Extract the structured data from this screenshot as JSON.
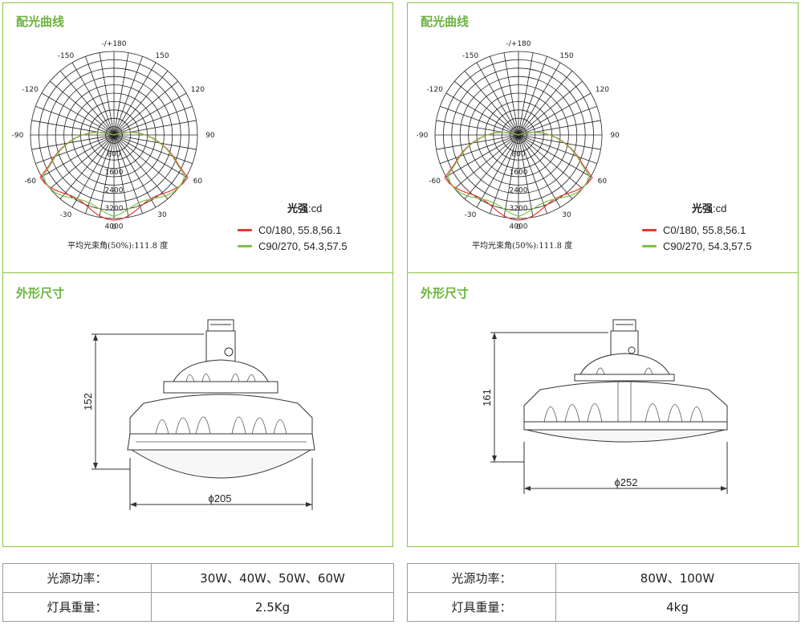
{
  "panels": [
    {
      "photometric_title": "配光曲线",
      "dimension_title": "外形尺寸",
      "polar": {
        "angles": [
          "-/+180",
          "-150",
          "150",
          "-120",
          "120",
          "-90",
          "90",
          "-60",
          "60",
          "-30",
          "30",
          "0"
        ],
        "radial_labels": [
          "0",
          "800",
          "1600",
          "2400",
          "3200",
          "4000"
        ]
      },
      "legend": {
        "title_bold": "光强",
        "title_unit": ":cd",
        "items": [
          {
            "label": "C0/180, 55.8,56.1",
            "color": "#e53935"
          },
          {
            "label": "C90/270, 54.3,57.5",
            "color": "#7cc242"
          }
        ]
      },
      "average_beam": "平均光束角(50%):111.8 度",
      "dims": {
        "height": "152",
        "diameter": "ϕ205"
      },
      "spec": [
        {
          "key": "光源功率：",
          "value": "30W、40W、50W、60W"
        },
        {
          "key": "灯具重量：",
          "value": "2.5Kg"
        }
      ]
    },
    {
      "photometric_title": "配光曲线",
      "dimension_title": "外形尺寸",
      "polar": {
        "angles": [
          "-/+180",
          "-150",
          "150",
          "-120",
          "120",
          "-90",
          "90",
          "-60",
          "60",
          "-30",
          "30",
          "0"
        ],
        "radial_labels": [
          "0",
          "800",
          "1600",
          "2400",
          "3200",
          "4000"
        ]
      },
      "legend": {
        "title_bold": "光强",
        "title_unit": ":cd",
        "items": [
          {
            "label": "C0/180, 55.8,56.1",
            "color": "#e53935"
          },
          {
            "label": "C90/270, 54.3,57.5",
            "color": "#7cc242"
          }
        ]
      },
      "average_beam": "平均光束角(50%):111.8 度",
      "dims": {
        "height": "161",
        "diameter": "ϕ252"
      },
      "spec": [
        {
          "key": "光源功率：",
          "value": "80W、100W"
        },
        {
          "key": "灯具重量：",
          "value": "4kg"
        }
      ]
    }
  ]
}
